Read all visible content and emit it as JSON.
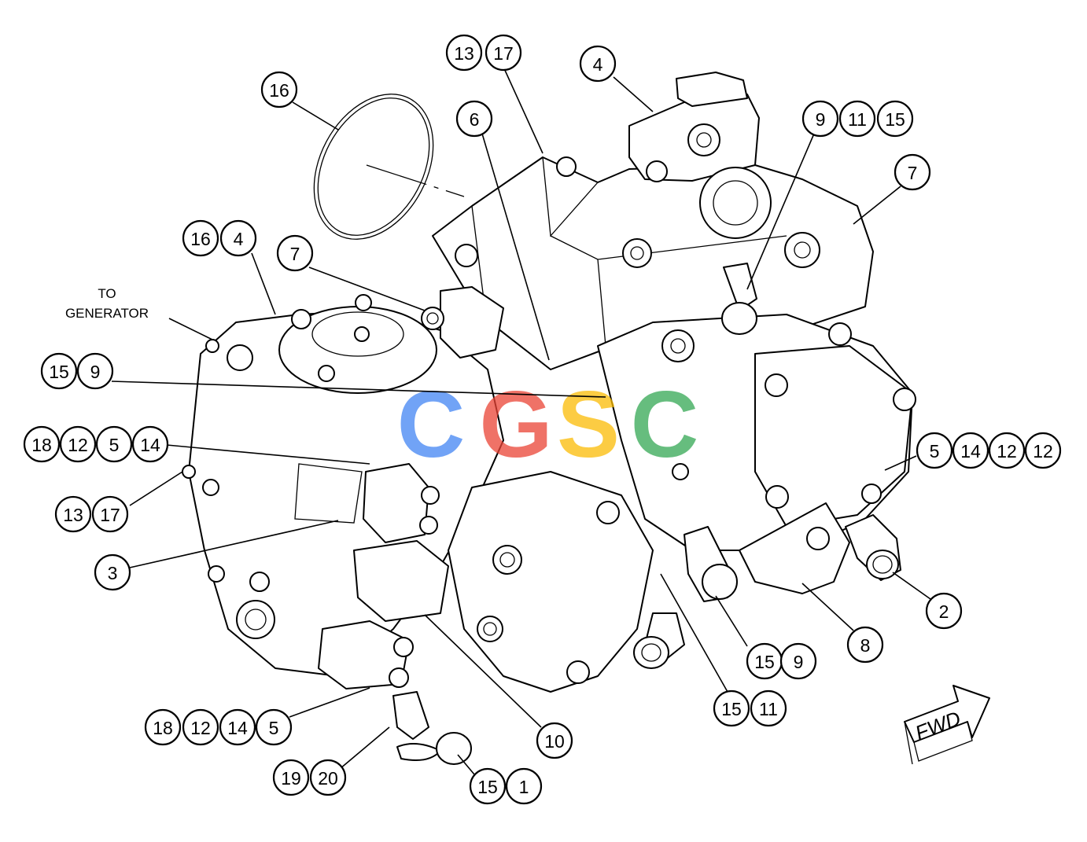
{
  "diagram": {
    "note_to_generator": [
      "TO",
      "GENERATOR"
    ],
    "direction_label": "FWD",
    "watermark_letters": [
      "C",
      "G",
      "S",
      "C"
    ],
    "watermark_colors": [
      "#4285F4",
      "#EA4335",
      "#FBBC05",
      "#34A853"
    ],
    "callout_groups": [
      {
        "id": "g-13-17-top",
        "numbers": [
          "13",
          "17"
        ]
      },
      {
        "id": "g-4-top",
        "numbers": [
          "4"
        ]
      },
      {
        "id": "g-16-top",
        "numbers": [
          "16"
        ]
      },
      {
        "id": "g-6",
        "numbers": [
          "6"
        ]
      },
      {
        "id": "g-9-11-15",
        "numbers": [
          "9",
          "11",
          "15"
        ]
      },
      {
        "id": "g-7-right",
        "numbers": [
          "7"
        ]
      },
      {
        "id": "g-16-4",
        "numbers": [
          "16",
          "4"
        ]
      },
      {
        "id": "g-7-left",
        "numbers": [
          "7"
        ]
      },
      {
        "id": "g-15-9-left",
        "numbers": [
          "15",
          "9"
        ]
      },
      {
        "id": "g-18-12-5-14",
        "numbers": [
          "18",
          "12",
          "5",
          "14"
        ]
      },
      {
        "id": "g-5-14-12-12",
        "numbers": [
          "5",
          "14",
          "12",
          "12"
        ]
      },
      {
        "id": "g-13-17-left",
        "numbers": [
          "13",
          "17"
        ]
      },
      {
        "id": "g-3",
        "numbers": [
          "3"
        ]
      },
      {
        "id": "g-2",
        "numbers": [
          "2"
        ]
      },
      {
        "id": "g-8",
        "numbers": [
          "8"
        ]
      },
      {
        "id": "g-15-9-bottom",
        "numbers": [
          "15",
          "9"
        ]
      },
      {
        "id": "g-15-11",
        "numbers": [
          "15",
          "11"
        ]
      },
      {
        "id": "g-10",
        "numbers": [
          "10"
        ]
      },
      {
        "id": "g-18-12-14-5",
        "numbers": [
          "18",
          "12",
          "14",
          "5"
        ]
      },
      {
        "id": "g-19-20",
        "numbers": [
          "19",
          "20"
        ]
      },
      {
        "id": "g-15-1",
        "numbers": [
          "15",
          "1"
        ]
      }
    ]
  }
}
